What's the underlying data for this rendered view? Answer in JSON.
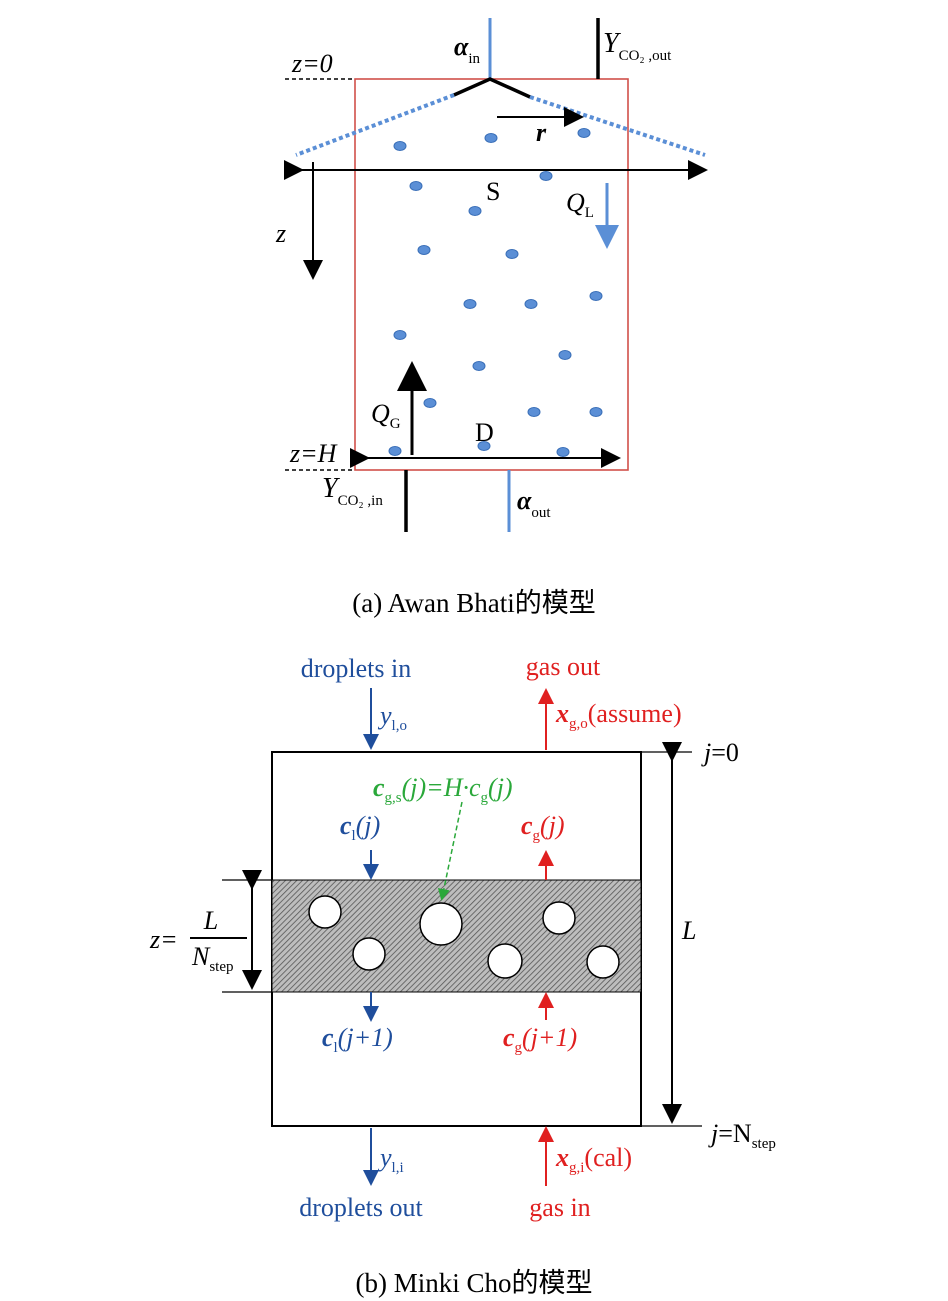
{
  "panel_a": {
    "z0": "z=0",
    "alpha": "α",
    "alpha_in_sub": "in",
    "Y": "Y",
    "Y_out_sub": "CO₂ ,out",
    "r": "r",
    "S": "S",
    "Q": "Q",
    "QL_sub": "L",
    "z": "z",
    "QG_sub": "G",
    "D": "D",
    "zH_z": "z=",
    "zH_H": "H",
    "Y_in_sub": "CO₂ ,in",
    "alpha_out_sub": "out",
    "caption": "(a) Awan Bhati的模型"
  },
  "panel_b": {
    "droplets_in": "droplets in",
    "gas_out": "gas out",
    "y": "y",
    "ylo_sub": "l,o",
    "x": "x",
    "xgo_sub": "g,o",
    "assume": "(assume)",
    "j0": "j",
    "j0_rest": "=0",
    "green_c": "c",
    "green_sub1": "g,s",
    "green_mid": "(j)=H·c",
    "green_sub2": "g",
    "green_end": "(j)",
    "c": "c",
    "cl_sub": "l",
    "cg_sub": "g",
    "arg_j": "(j)",
    "arg_j1": "(j+1)",
    "z_eq": "z=",
    "L": "L",
    "N": "N",
    "step": "step",
    "jN": "j",
    "jN_eq": "=N",
    "yli_sub": "l,i",
    "xgi_sub": "g,i",
    "cal": "(cal)",
    "droplets_out": "droplets out",
    "gas_in": "gas in",
    "caption": "(b) Minki Cho的模型"
  },
  "colors": {
    "liquid": "#1f4e9c",
    "gas": "#e02020",
    "interface": "#2aa83a",
    "column": "#d0504a",
    "droplet": "#5b8fd6"
  }
}
